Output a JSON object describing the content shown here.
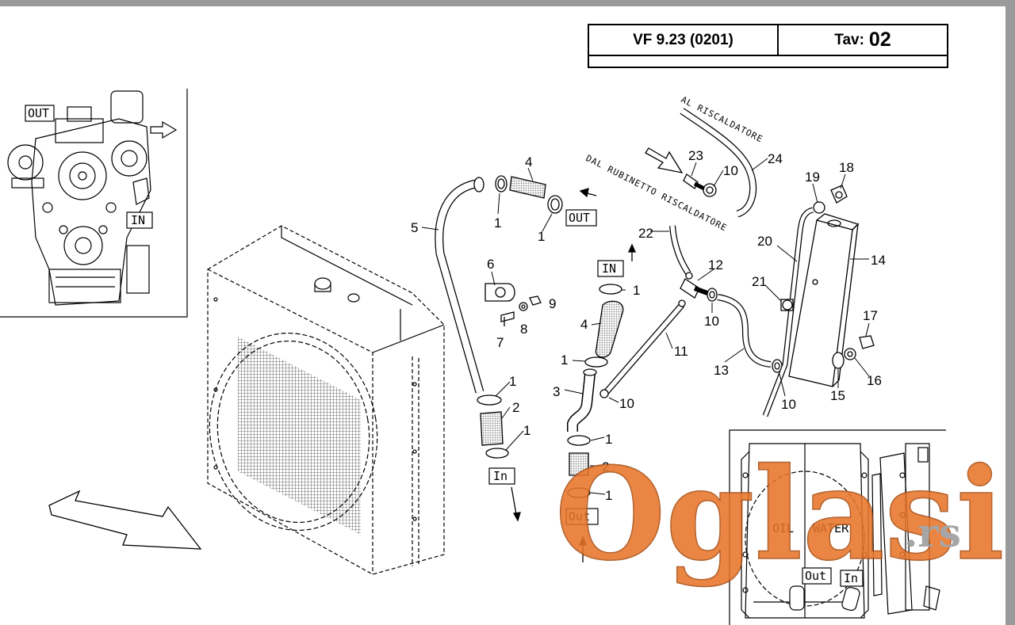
{
  "title_block": {
    "drawing_code": "VF 9.23 (0201)",
    "sheet_label": "Tav:",
    "sheet_number": "02"
  },
  "flow_labels": {
    "out": "OUT",
    "in": "IN",
    "in_mixed": "In",
    "out_mixed": "Out",
    "oil": "OIL",
    "water": "WATER"
  },
  "notes": {
    "to_heater": "AL RISCALDATORE",
    "from_heater_tap": "DAL RUBINETTO RISCALDATORE"
  },
  "part_numbers": [
    "1",
    "2",
    "3",
    "4",
    "5",
    "6",
    "7",
    "8",
    "9",
    "10",
    "11",
    "12",
    "13",
    "14",
    "15",
    "16",
    "17",
    "18",
    "19",
    "20",
    "21",
    "22",
    "23",
    "24"
  ],
  "watermark": {
    "brand": "Oglasi",
    "domain_suffix": ".rs",
    "color_main": "#e8752a",
    "color_suffix": "#9a9a9a"
  },
  "colors": {
    "line": "#000000",
    "frame_gray": "#9a9a9a"
  }
}
